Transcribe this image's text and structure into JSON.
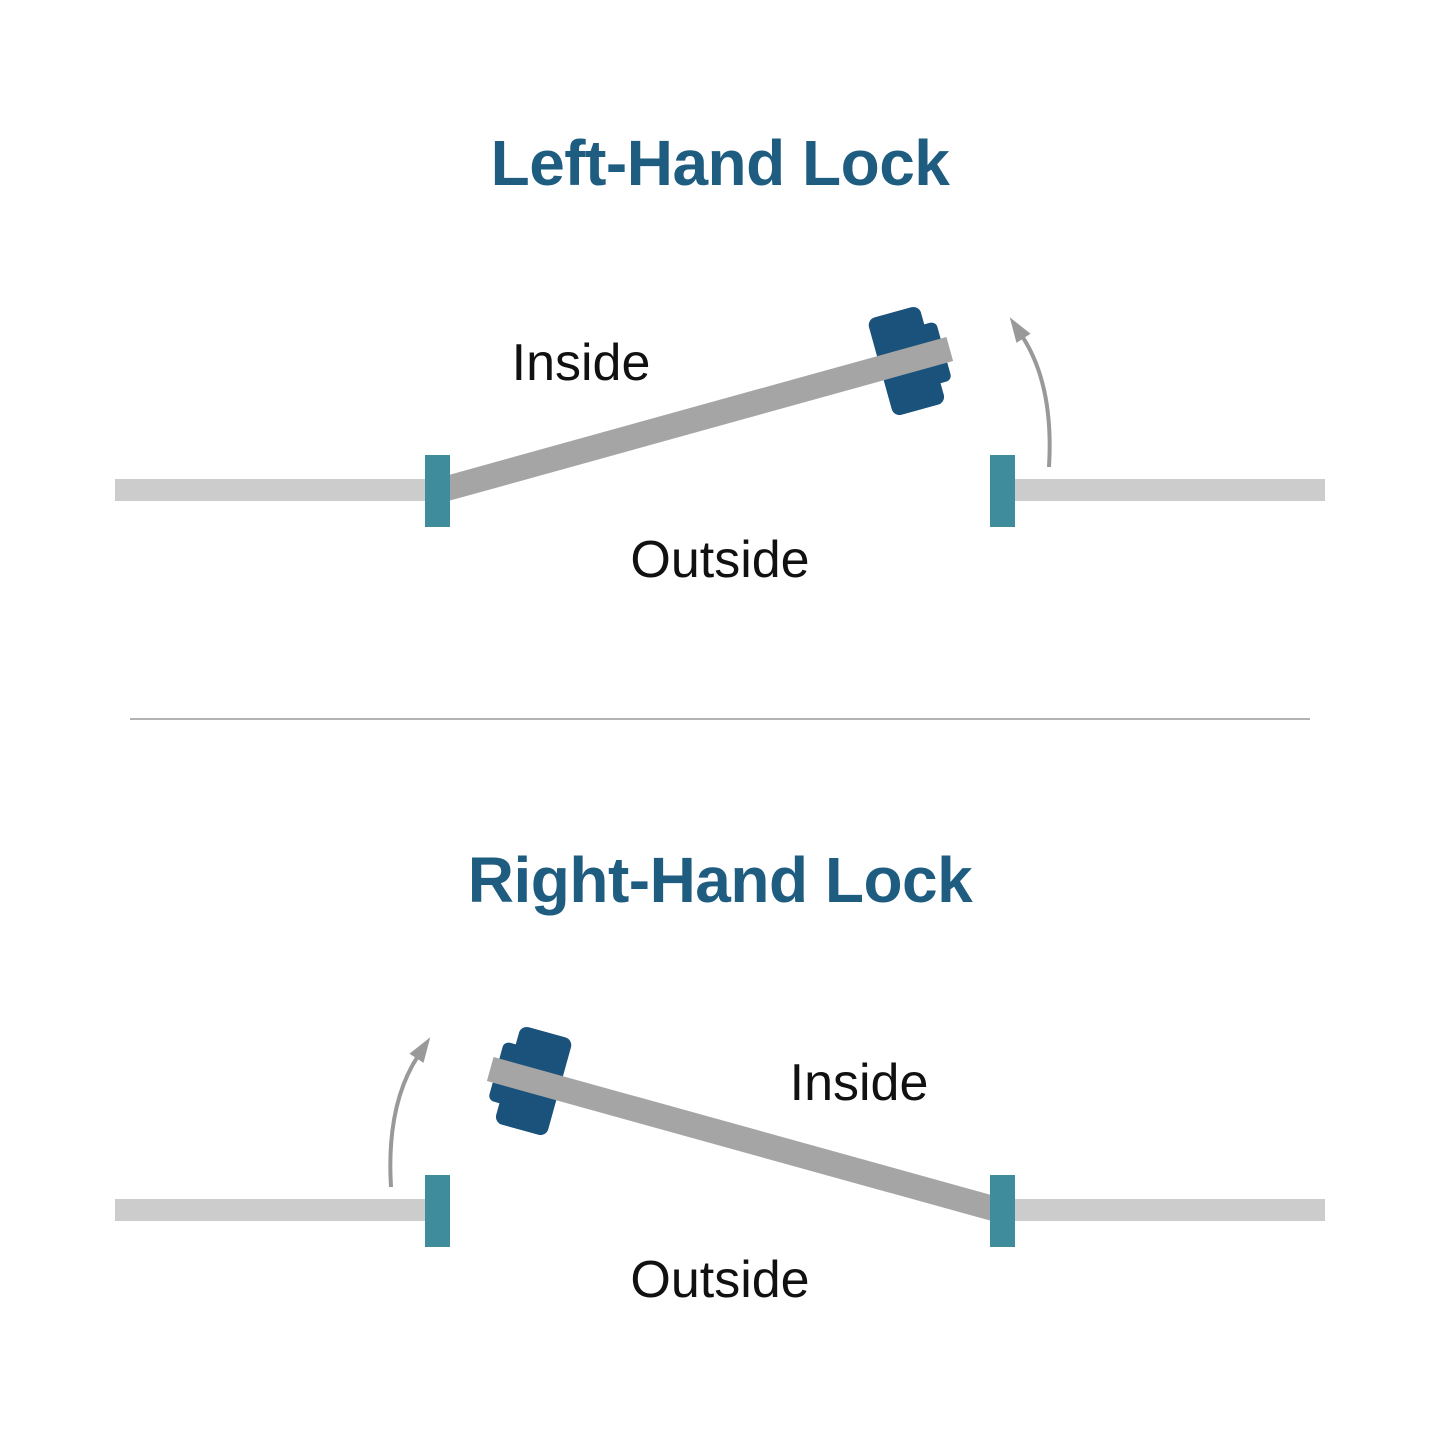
{
  "document": {
    "type": "door-handing-diagram",
    "background": "#ffffff"
  },
  "panels": [
    {
      "id": "left-hand-lock",
      "title": "Left-Hand Lock",
      "inside_label": "Inside",
      "outside_label": "Outside",
      "hinge_side": "left",
      "swing_direction": "up-right"
    },
    {
      "id": "right-hand-lock",
      "title": "Right-Hand Lock",
      "inside_label": "Inside",
      "outside_label": "Outside",
      "hinge_side": "right",
      "swing_direction": "up-left"
    }
  ],
  "colors": {
    "title": "#1e5c80",
    "label": "#111111",
    "wall": "#cccccc",
    "door": "#a5a5a5",
    "jamb": "#3e8c9c",
    "lock": "#1a527b",
    "arrow": "#999999",
    "divider": "#b3b3b3"
  }
}
